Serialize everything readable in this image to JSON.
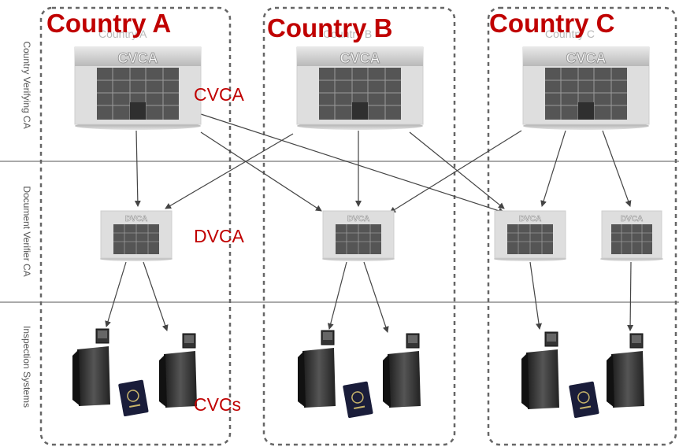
{
  "rows": [
    {
      "id": "cvca_row",
      "label": "Country Verifying CA"
    },
    {
      "id": "dvca_row",
      "label": "Document Verifier CA"
    },
    {
      "id": "is_row",
      "label": "Inspection Systems"
    }
  ],
  "countries": [
    {
      "id": "a",
      "title": "Country A",
      "faint_title": "Country A"
    },
    {
      "id": "b",
      "title": "Country B",
      "faint_title": "Country B"
    },
    {
      "id": "c",
      "title": "Country C",
      "faint_title": "Country C"
    }
  ],
  "building_signs": {
    "cvca": "CVCA",
    "dvca": "DVCA"
  },
  "annotations": {
    "cvca": "CVCA",
    "dvca": "DVCA",
    "cvcs": "CVCs"
  },
  "colors": {
    "annotation": "#c00000",
    "title": "#c00000",
    "border": "#666666",
    "arrow": "#444444"
  }
}
